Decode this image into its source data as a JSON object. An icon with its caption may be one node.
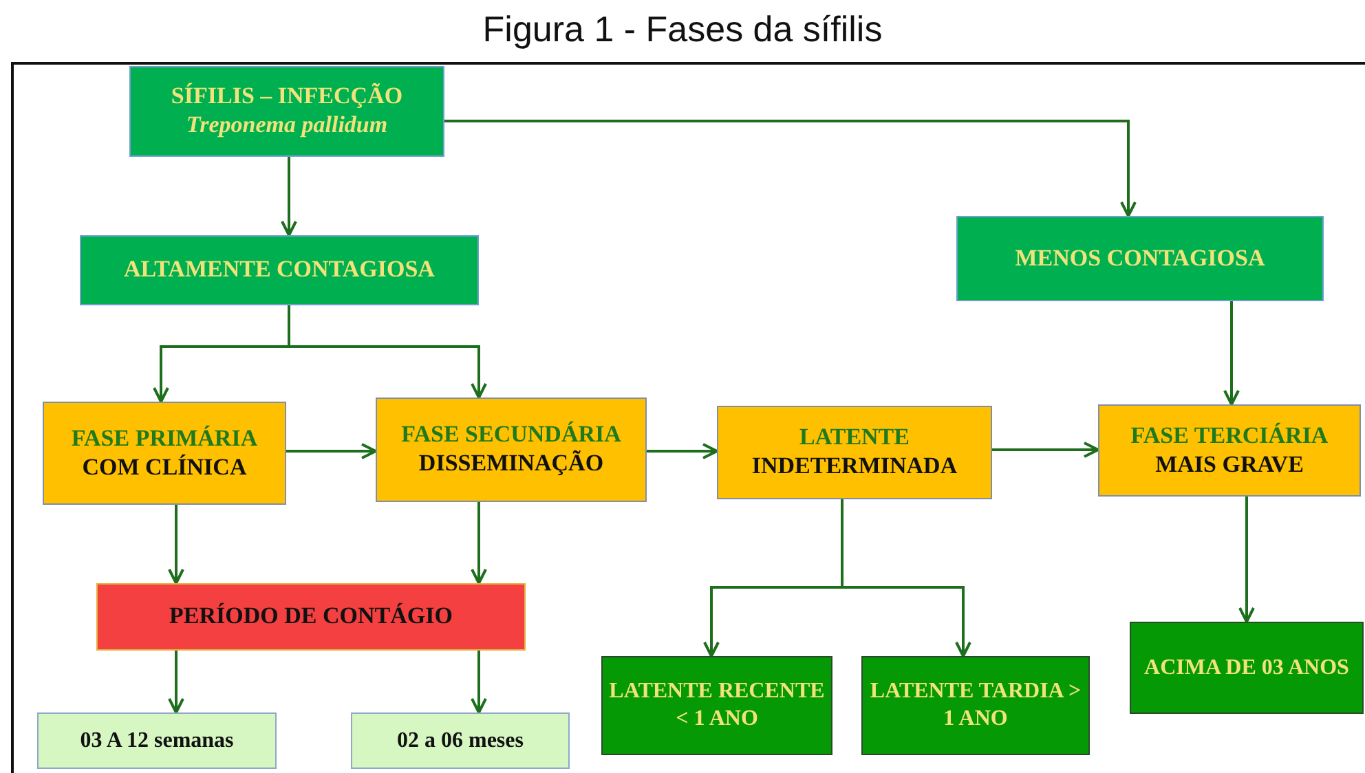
{
  "diagram": {
    "title": "Figura 1 - Fases da sífilis",
    "nodes": [
      {
        "text": [
          "SÍFILIS – INFECÇÃO",
          "Treponema pallidum"
        ]
      },
      {
        "text": [
          "ALTAMENTE CONTAGIOSA"
        ]
      },
      {
        "text": [
          "MENOS CONTAGIOSA"
        ]
      },
      {
        "text": [
          "FASE PRIMÁRIA",
          "COM CLÍNICA"
        ]
      },
      {
        "text": [
          "FASE SECUNDÁRIA",
          "DISSEMINAÇÃO"
        ]
      },
      {
        "text": [
          "LATENTE",
          "INDETERMINADA"
        ]
      },
      {
        "text": [
          "FASE TERCIÁRIA",
          "MAIS GRAVE"
        ]
      },
      {
        "text": [
          "PERÍODO DE CONTÁGIO"
        ]
      },
      {
        "text": [
          "03 A 12 semanas"
        ]
      },
      {
        "text": [
          "02 a 06 meses"
        ]
      },
      {
        "text": [
          "LATENTE RECENTE < 1 ANO"
        ]
      },
      {
        "text": [
          "LATENTE TARDIA > 1 ANO"
        ]
      },
      {
        "text": [
          "ACIMA DE 03 ANOS"
        ]
      }
    ],
    "edges": [
      {
        "from": 0,
        "to": 1,
        "arrow": "to"
      },
      {
        "from": 0,
        "to": 2,
        "arrow": "to"
      },
      {
        "from": 1,
        "to": 3,
        "arrow": "to"
      },
      {
        "from": 1,
        "to": 4,
        "arrow": "to"
      },
      {
        "from": 3,
        "to": 4,
        "arrow": "to"
      },
      {
        "from": 4,
        "to": 5,
        "arrow": "to"
      },
      {
        "from": 5,
        "to": 6,
        "arrow": "to"
      },
      {
        "from": 2,
        "to": 6,
        "arrow": "to"
      },
      {
        "from": 3,
        "to": 7,
        "arrow": "to"
      },
      {
        "from": 4,
        "to": 7,
        "arrow": "to"
      },
      {
        "from": 7,
        "to": 8,
        "arrow": "to"
      },
      {
        "from": 7,
        "to": 9,
        "arrow": "to"
      },
      {
        "from": 5,
        "to": 10,
        "arrow": "to"
      },
      {
        "from": 5,
        "to": 11,
        "arrow": "to"
      },
      {
        "from": 6,
        "to": 12,
        "arrow": "to"
      }
    ]
  }
}
